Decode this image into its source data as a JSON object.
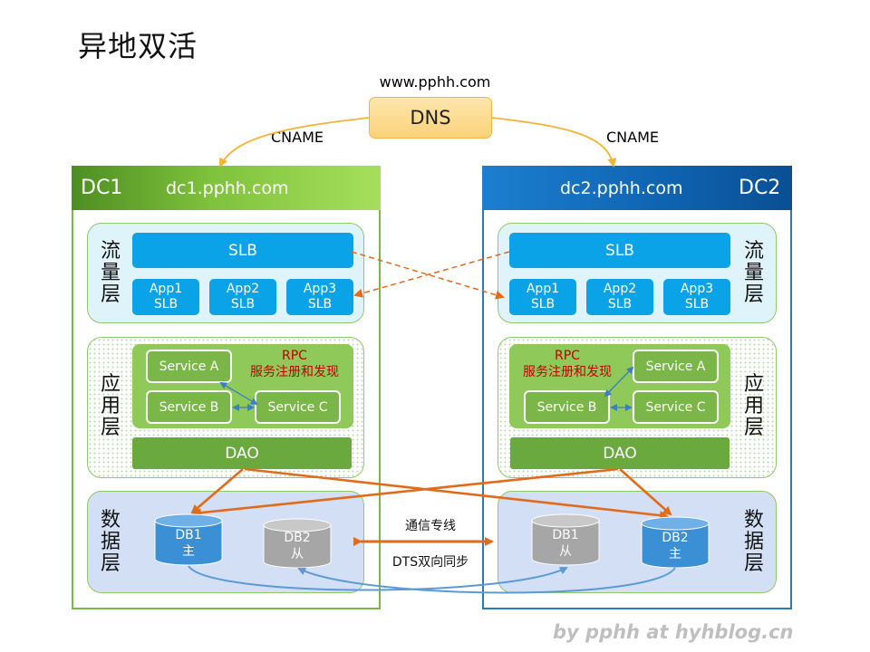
{
  "title": "异地双活",
  "dns": {
    "url": "www.pphh.com",
    "label": "DNS",
    "cname_left": "CNAME",
    "cname_right": "CNAME"
  },
  "dc1": {
    "tag": "DC1",
    "domain": "dc1.pphh.com",
    "layers": {
      "flow": "流量层",
      "app": "应用层",
      "data": "数据层"
    },
    "slb": "SLB",
    "apps": [
      {
        "name": "App1",
        "slb": "SLB"
      },
      {
        "name": "App2",
        "slb": "SLB"
      },
      {
        "name": "App3",
        "slb": "SLB"
      }
    ],
    "services": {
      "a": "Service A",
      "b": "Service B",
      "c": "Service C"
    },
    "rpc": {
      "line1": "RPC",
      "line2": "服务注册和发现"
    },
    "dao": "DAO",
    "db1": {
      "name": "DB1",
      "role": "主"
    },
    "db2": {
      "name": "DB2",
      "role": "从"
    }
  },
  "dc2": {
    "tag": "DC2",
    "domain": "dc2.pphh.com",
    "layers": {
      "flow": "流量层",
      "app": "应用层",
      "data": "数据层"
    },
    "slb": "SLB",
    "apps": [
      {
        "name": "App1",
        "slb": "SLB"
      },
      {
        "name": "App2",
        "slb": "SLB"
      },
      {
        "name": "App3",
        "slb": "SLB"
      }
    ],
    "services": {
      "a": "Service A",
      "b": "Service B",
      "c": "Service C"
    },
    "rpc": {
      "line1": "RPC",
      "line2": "服务注册和发现"
    },
    "dao": "DAO",
    "db1": {
      "name": "DB1",
      "role": "从"
    },
    "db2": {
      "name": "DB2",
      "role": "主"
    }
  },
  "link": {
    "top": "通信专线",
    "bottom": "DTS双向同步"
  },
  "credit": "by pphh at hyhblog.cn",
  "colors": {
    "dns_orange": "#f5b332",
    "dc1_green": "#7ab74a",
    "dc2_blue": "#2a7ab8",
    "slb_blue": "#0aa3e8",
    "dao_green": "#6aa93e",
    "arrow_orange": "#e26b1a",
    "sync_blue": "#5b9bd5",
    "master_db_blue": "#3b8fd4",
    "slave_db_gray": "#a6a6a6",
    "rpc_red": "#c00000"
  }
}
